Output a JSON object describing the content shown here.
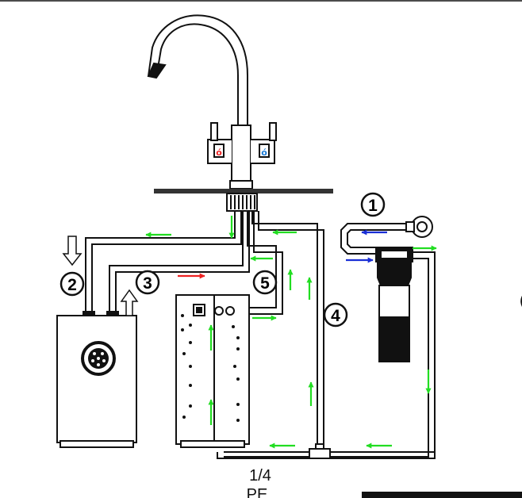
{
  "markers": [
    {
      "id": "1"
    },
    {
      "id": "2"
    },
    {
      "id": "3"
    },
    {
      "id": "4"
    },
    {
      "id": "5"
    }
  ],
  "pipe_label_line1": "1/4",
  "pipe_label_line2": "PE",
  "colors": {
    "line": "#111111",
    "flow": "#22dd22",
    "hot": "#ee2222",
    "cold": "#1a2fd6",
    "sink": "#333333"
  },
  "icons": [
    "tap-icon",
    "boiler-icon",
    "filter-unit-icon",
    "filter-cartridge-icon",
    "valve-icon",
    "tee-connector-icon"
  ]
}
